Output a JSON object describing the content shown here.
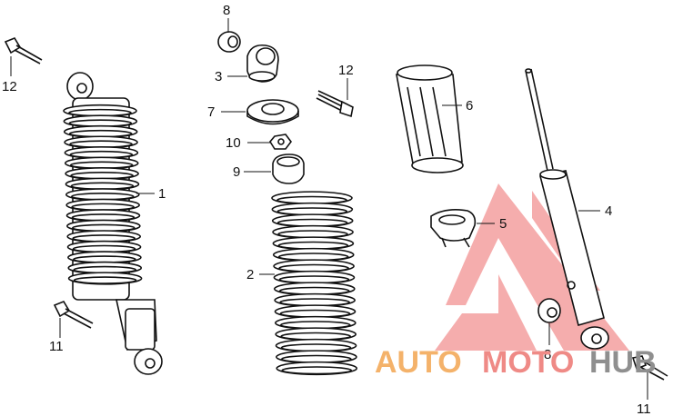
{
  "labels": {
    "l1": "1",
    "l2": "2",
    "l3": "3",
    "l4": "4",
    "l5": "5",
    "l6": "6",
    "l7": "7",
    "l8a": "8",
    "l8b": "8",
    "l9": "9",
    "l10": "10",
    "l11a": "11",
    "l11b": "11",
    "l12a": "12",
    "l12b": "12"
  },
  "watermark": {
    "text_a": "AUTO",
    "text_b": "MOTO",
    "text_c": "HUB",
    "color_a": "#f4b26a",
    "color_b": "#ef8a86",
    "color_c": "#8f8f8f",
    "logo_color": "#f07f7f"
  }
}
